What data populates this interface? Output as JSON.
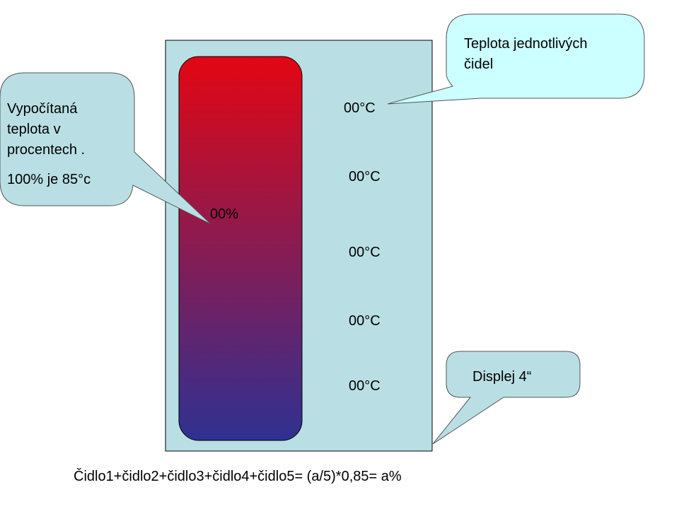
{
  "colors": {
    "panel": "#b9dfe4",
    "callout_cyan": "#ccffff",
    "gradient_top": "#e30613",
    "gradient_bottom": "#2e3192"
  },
  "left_callout": {
    "lines": [
      "Vypočítaná",
      "teplota  v",
      "procentech ."
    ],
    "note": "100% je 85°c"
  },
  "top_callout": {
    "lines": [
      "Teplota jednotlivých",
      "čidel"
    ]
  },
  "bottom_callout": {
    "text": "Displej 4“"
  },
  "display": {
    "percent": "00%",
    "sensors": [
      "00°C",
      "00°C",
      "00°C",
      "00°C",
      "00°C"
    ]
  },
  "formula": "Čidlo1+čidlo2+čidlo3+čidlo4+čidlo5= (a/5)*0,85=  a%"
}
